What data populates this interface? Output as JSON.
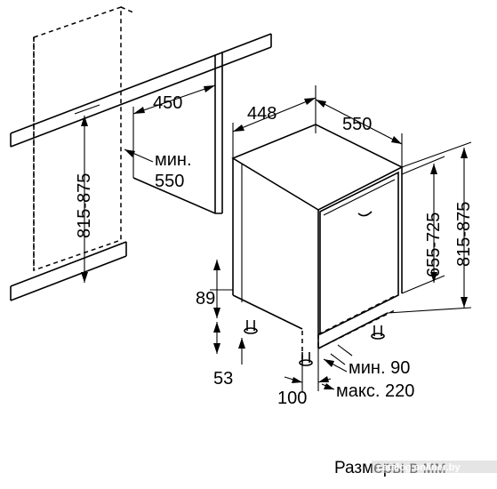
{
  "figure": {
    "labels": {
      "cabinet_depth": "450",
      "cabinet_height": "815-875",
      "niche_depth_prefix": "мин.",
      "niche_depth_value": "550",
      "unit_width": "448",
      "unit_depth": "550",
      "door_height": "655-725",
      "unit_height": "815-875",
      "plinth_height": "89",
      "foot_height": "53",
      "foot_depth": "100",
      "plinth_gap_min": "мин. 90",
      "plinth_gap_max": "макс. 220"
    },
    "caption": "Размеры в мм",
    "watermark": "catalog.onliner.by"
  }
}
